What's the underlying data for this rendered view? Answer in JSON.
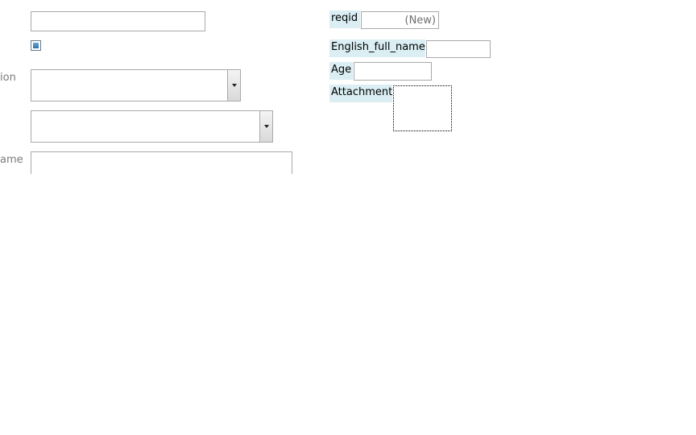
{
  "left_panel": {
    "label_1": "ion",
    "label_2": "ame"
  },
  "right_panel": {
    "reqid_label": "reqid",
    "reqid_value": "(New)",
    "english_full_name_label": "English_full_name",
    "age_label": "Age",
    "attachment_label": "Attachment"
  },
  "colors": {
    "label_background": "#daeef3",
    "checkbox_fill": "#2e6fa8"
  }
}
